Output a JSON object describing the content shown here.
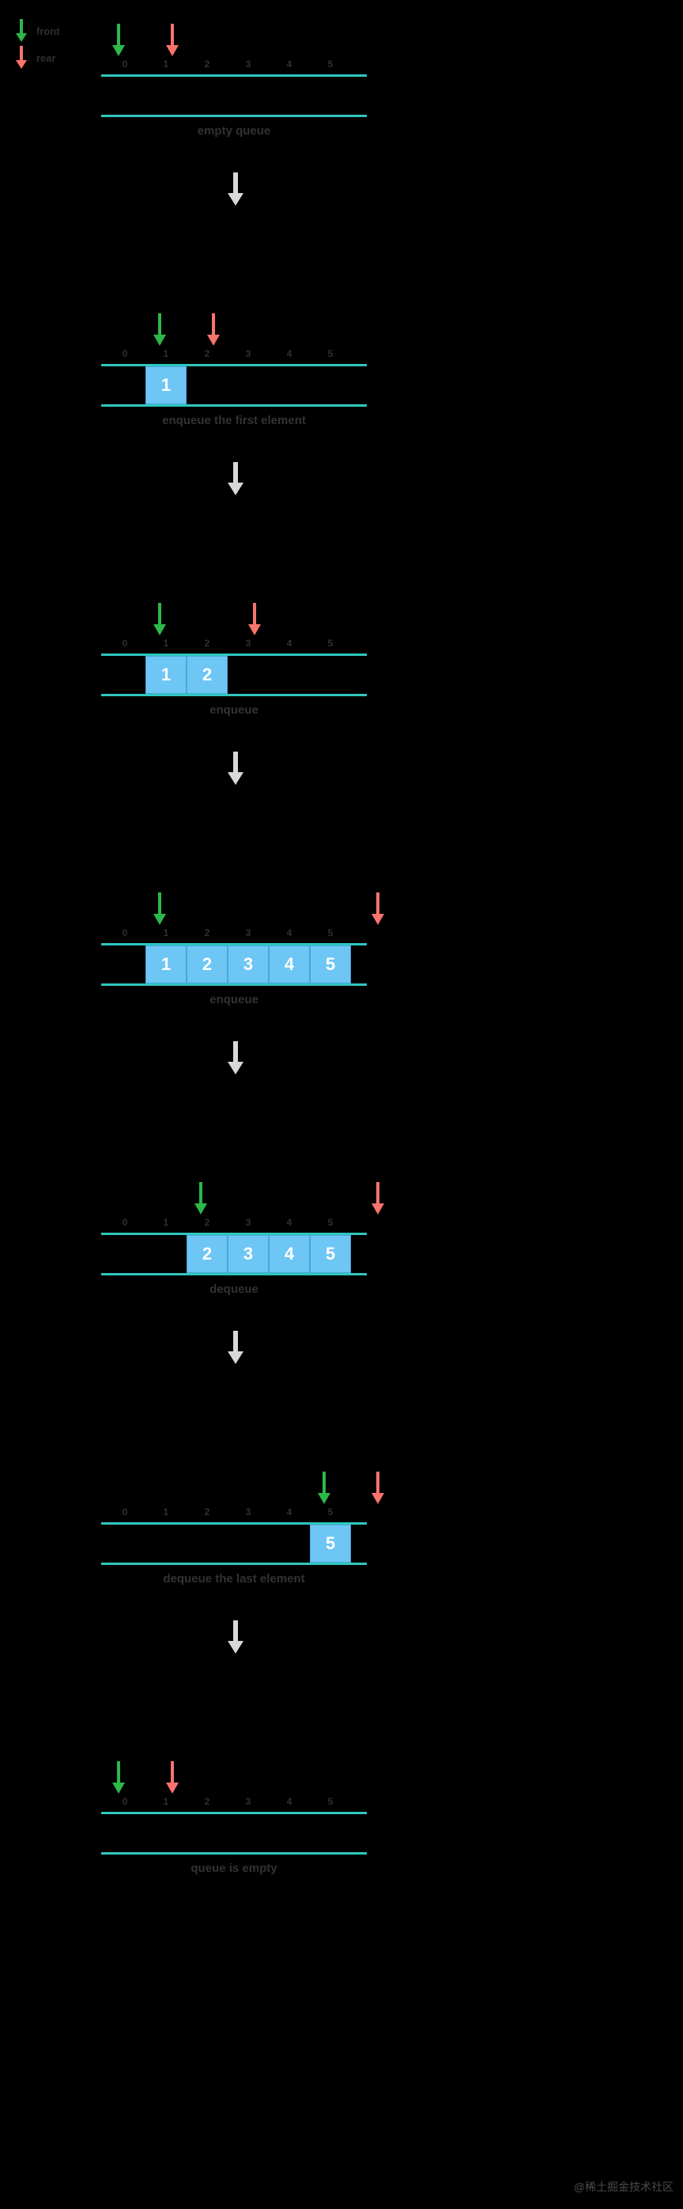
{
  "legend": {
    "items": [
      {
        "label": "front",
        "color": "#2db84a",
        "icon": "down-arrow-icon"
      },
      {
        "label": "rear",
        "color": "#f9736e",
        "icon": "down-arrow-icon"
      }
    ]
  },
  "indices": [
    "0",
    "1",
    "2",
    "3",
    "4",
    "5"
  ],
  "colors": {
    "front": "#2db84a",
    "rear": "#f9736e",
    "cell_fill": "#6ec6f5",
    "cell_border": "#49a7db",
    "rail": "#2fc7bf",
    "flow_arrow": "#d8d8d8",
    "background": "#000000",
    "text": "#323232"
  },
  "steps": [
    {
      "caption": "empty queue",
      "front_index": 0,
      "rear_index": 1,
      "cells": [
        "",
        "",
        "",
        "",
        "",
        ""
      ]
    },
    {
      "caption": "enqueue the first element",
      "front_index": 1,
      "rear_index": 2,
      "cells": [
        "",
        "1",
        "",
        "",
        "",
        ""
      ]
    },
    {
      "caption": "enqueue",
      "front_index": 1,
      "rear_index": 3,
      "cells": [
        "",
        "1",
        "2",
        "",
        "",
        ""
      ]
    },
    {
      "caption": "enqueue",
      "front_index": 1,
      "rear_index": 6,
      "cells": [
        "",
        "1",
        "2",
        "3",
        "4",
        "5"
      ]
    },
    {
      "caption": "dequeue",
      "front_index": 2,
      "rear_index": 6,
      "cells": [
        "",
        "",
        "2",
        "3",
        "4",
        "5"
      ]
    },
    {
      "caption": "dequeue the last element",
      "front_index": 5,
      "rear_index": 6,
      "cells": [
        "",
        "",
        "",
        "",
        "",
        "5"
      ]
    },
    {
      "caption": "queue is empty",
      "front_index": 0,
      "rear_index": 1,
      "cells": [
        "",
        "",
        "",
        "",
        "",
        ""
      ]
    }
  ],
  "watermark": "@稀土掘金技术社区"
}
